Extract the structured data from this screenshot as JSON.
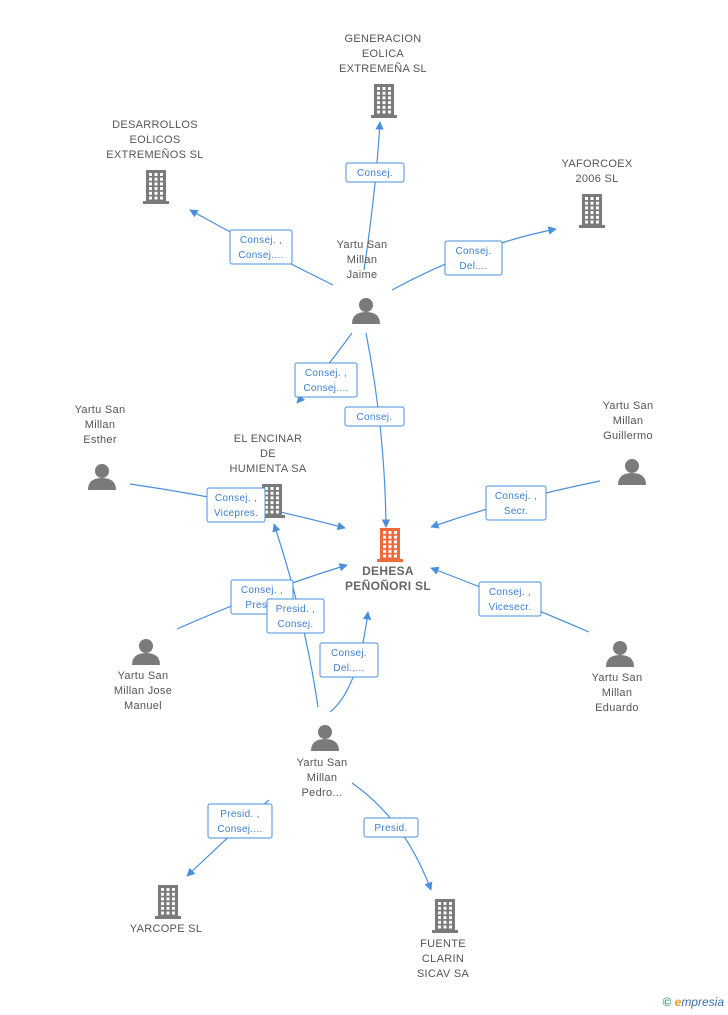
{
  "nodes": [
    {
      "id": "dehesa",
      "type": "company",
      "main": true,
      "lines": [
        "DEHESA",
        "PEÑOÑORI SL"
      ]
    },
    {
      "id": "generacion",
      "type": "company",
      "lines": [
        "GENERACION",
        "EOLICA",
        "EXTREMEÑA SL"
      ]
    },
    {
      "id": "desarrollos",
      "type": "company",
      "lines": [
        "DESARROLLOS",
        "EOLICOS",
        "EXTREMEÑOS SL"
      ]
    },
    {
      "id": "yaforcoex",
      "type": "company",
      "lines": [
        "YAFORCOEX",
        "2006 SL"
      ]
    },
    {
      "id": "encinar",
      "type": "company",
      "lines": [
        "EL ENCINAR",
        "DE",
        "HUMIENTA SA"
      ]
    },
    {
      "id": "yarcope",
      "type": "company",
      "lines": [
        "YARCOPE SL"
      ]
    },
    {
      "id": "fuente",
      "type": "company",
      "lines": [
        "FUENTE",
        "CLARIN",
        "SICAV SA"
      ]
    },
    {
      "id": "jaime",
      "type": "person",
      "lines": [
        "Yartu San",
        "Millan",
        "Jaime"
      ]
    },
    {
      "id": "esther",
      "type": "person",
      "lines": [
        "Yartu San",
        "Millan",
        "Esther"
      ]
    },
    {
      "id": "guillermo",
      "type": "person",
      "lines": [
        "Yartu San",
        "Millan",
        "Guillermo"
      ]
    },
    {
      "id": "josemanuel",
      "type": "person",
      "lines": [
        "Yartu San",
        "Millan Jose",
        "Manuel"
      ]
    },
    {
      "id": "eduardo",
      "type": "person",
      "lines": [
        "Yartu San",
        "Millan",
        "Eduardo"
      ]
    },
    {
      "id": "pedro",
      "type": "person",
      "lines": [
        "Yartu San",
        "Millan",
        "Pedro..."
      ]
    }
  ],
  "edges": [
    {
      "id": "e1",
      "from": "jaime",
      "to": "generacion",
      "lines": [
        "Consej."
      ]
    },
    {
      "id": "e2",
      "from": "jaime",
      "to": "desarrollos",
      "lines": [
        "Consej. ,",
        "Consej...."
      ]
    },
    {
      "id": "e3",
      "from": "jaime",
      "to": "yaforcoex",
      "lines": [
        "Consej.",
        "Del...."
      ]
    },
    {
      "id": "e4",
      "from": "jaime",
      "to": "encinar",
      "lines": [
        "Consej. ,",
        "Consej...."
      ]
    },
    {
      "id": "e5",
      "from": "jaime",
      "to": "dehesa",
      "lines": [
        "Consej."
      ]
    },
    {
      "id": "e6",
      "from": "esther",
      "to": "dehesa",
      "lines": [
        "Consej. ,",
        "Vicepres."
      ]
    },
    {
      "id": "e7",
      "from": "guillermo",
      "to": "dehesa",
      "lines": [
        "Consej. ,",
        "Secr."
      ]
    },
    {
      "id": "e8",
      "from": "josemanuel",
      "to": "dehesa",
      "lines": [
        "Consej. ,",
        "Presid."
      ]
    },
    {
      "id": "e9",
      "from": "pedro",
      "to": "encinar",
      "lines": [
        "Presid. ,",
        "Consej."
      ]
    },
    {
      "id": "e10",
      "from": "pedro",
      "to": "dehesa",
      "lines": [
        "Consej.",
        "Del.,..."
      ]
    },
    {
      "id": "e11",
      "from": "eduardo",
      "to": "dehesa",
      "lines": [
        "Consej. ,",
        "Vicesecr."
      ]
    },
    {
      "id": "e12",
      "from": "pedro",
      "to": "yarcope",
      "lines": [
        "Presid. ,",
        "Consej...."
      ]
    },
    {
      "id": "e13",
      "from": "pedro",
      "to": "fuente",
      "lines": [
        "Presid."
      ]
    }
  ],
  "footer": {
    "copyright": "©",
    "brand_e": "e",
    "brand_rest": "mpresia"
  },
  "colors": {
    "edge": "#4a8fdb",
    "icon": "#7a7a7a",
    "main_icon": "#ef6a3a"
  }
}
